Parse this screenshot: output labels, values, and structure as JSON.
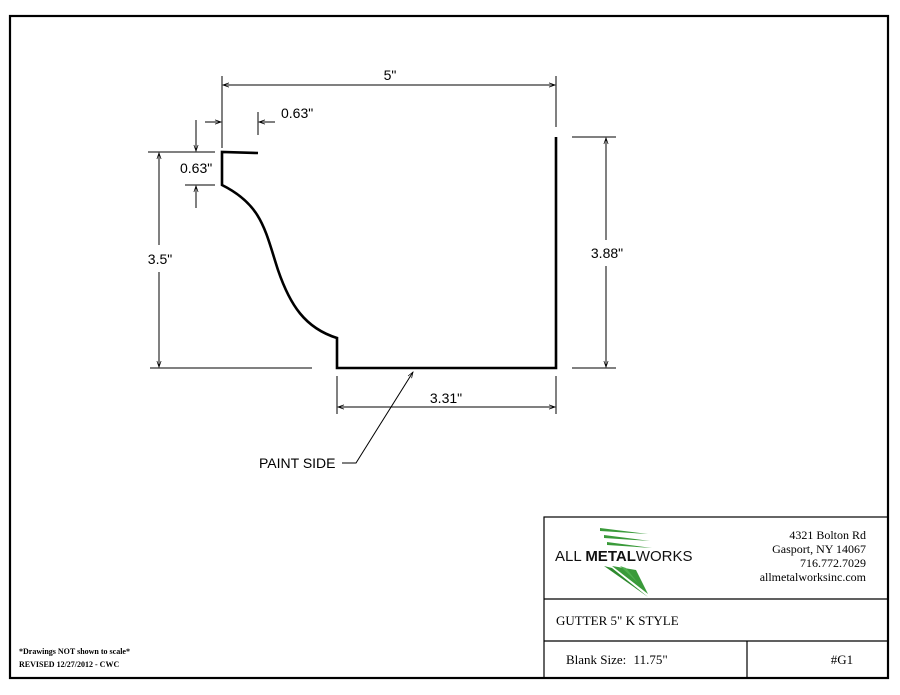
{
  "dimensions": {
    "top_width": "5\"",
    "lip_width": "0.63\"",
    "lip_height": "0.63\"",
    "front_height": "3.5\"",
    "back_height": "3.88\"",
    "bottom_width": "3.31\""
  },
  "callout": {
    "paint_side": "PAINT SIDE"
  },
  "title_block": {
    "logo": {
      "part1": "ALL ",
      "part2": "METAL",
      "part3": "WORKS",
      "accent_color": "#3a9a3a"
    },
    "address": [
      "4321 Bolton Rd",
      "Gasport, NY 14067",
      "716.772.7029",
      "allmetalworksinc.com"
    ],
    "title": "GUTTER 5\" K STYLE",
    "blank_size_label": "Blank Size:",
    "blank_size_value": "11.75\"",
    "drawing_number": "#G1"
  },
  "notes": {
    "scale_note": "*Drawings NOT shown to scale*",
    "revision": "REVISED 12/27/2012 - CWC"
  }
}
